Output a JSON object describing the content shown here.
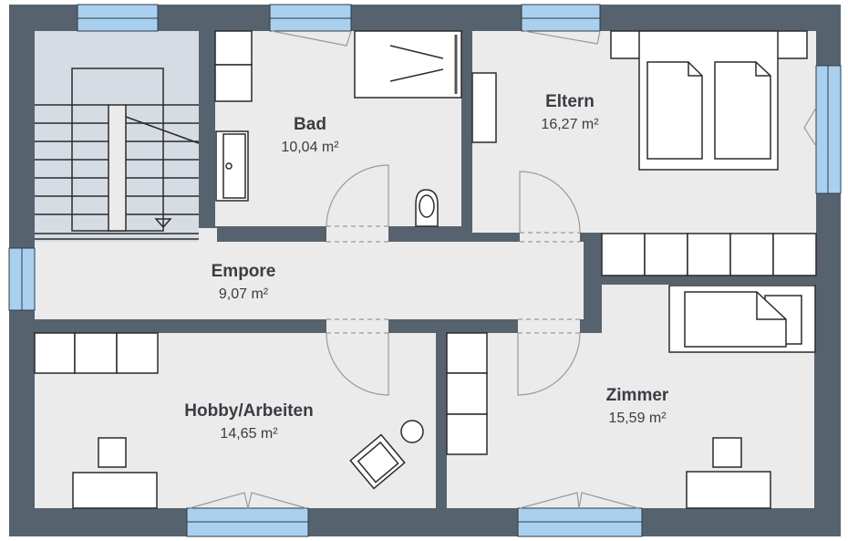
{
  "rooms": [
    {
      "name": "Bad",
      "area": "10,04 m²"
    },
    {
      "name": "Eltern",
      "area": "16,27 m²"
    },
    {
      "name": "Empore",
      "area": "9,07 m²"
    },
    {
      "name": "Hobby/Arbeiten",
      "area": "14,65 m²"
    },
    {
      "name": "Zimmer",
      "area": "15,59 m²"
    }
  ],
  "colors": {
    "wall": "#56636e",
    "floor": "#ebebeb",
    "window": "#a9d0ee",
    "stairs": "#d6dce4"
  }
}
